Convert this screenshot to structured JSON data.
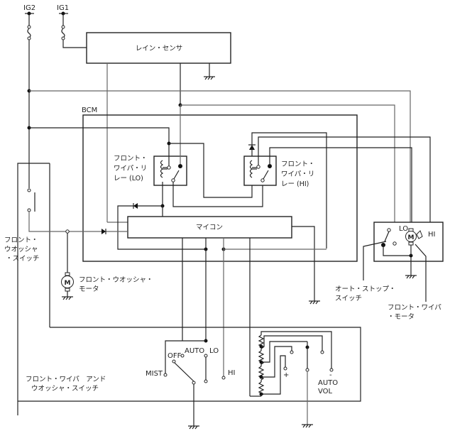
{
  "diagram": {
    "power": {
      "ig2": "IG2",
      "ig1": "IG1"
    },
    "rain_sensor": "レイン・センサ",
    "bcm": {
      "label": "BCM",
      "relay_lo": [
        "フロント・",
        "ワイパ・リ",
        "レー (LO)"
      ],
      "relay_hi": [
        "フロント・",
        "ワイパ・リ",
        "レー (HI)"
      ],
      "microcomputer": "マイコン"
    },
    "washer_switch": [
      "フロント・",
      "ウオッシャ",
      "・スイッチ"
    ],
    "washer_motor": {
      "symbol": "M",
      "label": [
        "フロント・ウオッシャ・",
        "モータ"
      ]
    },
    "wiper_motor": {
      "symbol": "M",
      "lo": "LO",
      "hi": "HI",
      "auto_stop_label": [
        "オート・ストップ・",
        "スイッチ"
      ],
      "motor_label": [
        "フロント・ワイパ",
        "・モータ"
      ]
    },
    "combo_switch": {
      "label": [
        "フロント・ワイパ　アンド",
        "ウオッシャ・スイッチ"
      ],
      "positions": {
        "mist": "MIST",
        "off": "OFF",
        "auto": "AUTO",
        "lo": "LO",
        "hi": "HI"
      },
      "auto_vol": [
        "AUTO",
        "VOL"
      ],
      "plus": "+",
      "minus": "-"
    }
  }
}
